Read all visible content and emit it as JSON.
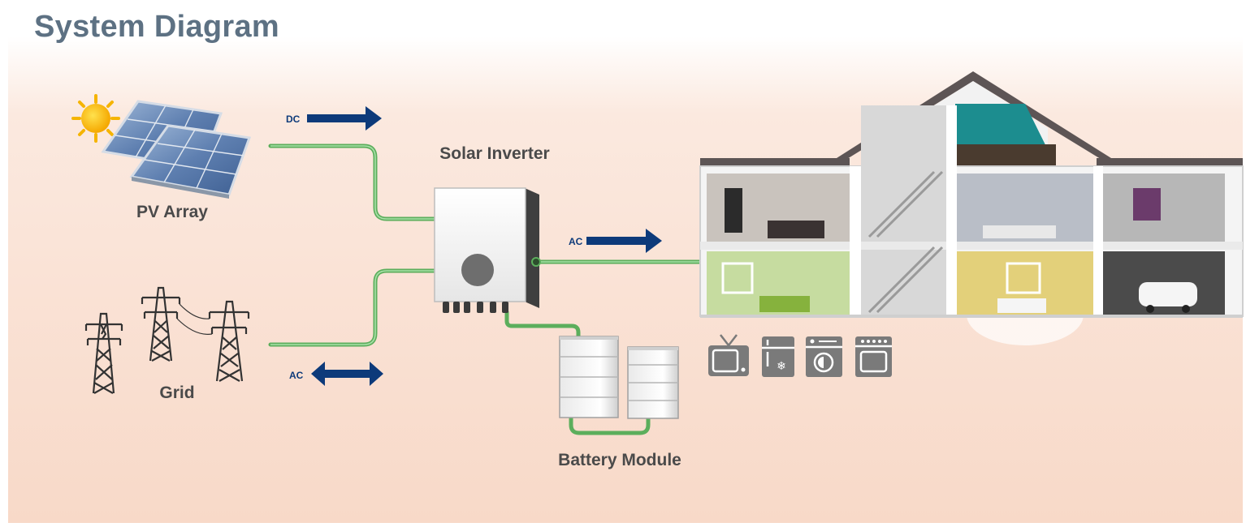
{
  "title": "System Diagram",
  "labels": {
    "pv_array": "PV Array",
    "grid": "Grid",
    "solar_inverter": "Solar Inverter",
    "battery_module": "Battery Module"
  },
  "arrows": {
    "dc": "DC",
    "ac_out": "AC",
    "ac_grid": "AC"
  },
  "colors": {
    "title": "#5d7183",
    "cable": "#7fc77f",
    "arrow": "#0d3a7a",
    "appliance": "#7a7a7a",
    "tower": "#3a3a3a"
  },
  "appliances": [
    "tv-icon",
    "fridge-icon",
    "washer-icon",
    "oven-icon"
  ]
}
